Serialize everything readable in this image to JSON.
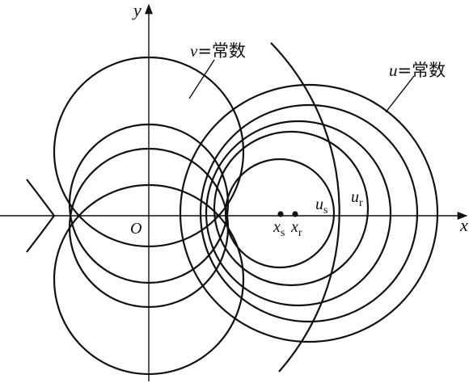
{
  "labels": {
    "y_axis": "y",
    "x_axis": "x",
    "origin": "O",
    "v_const": {
      "var": "v",
      "suffix": "=常数"
    },
    "u_const": {
      "var": "u",
      "suffix": "=常数"
    },
    "us": {
      "base": "u",
      "sub": "s"
    },
    "ur": {
      "base": "u",
      "sub": "r"
    },
    "xs": {
      "base": "x",
      "sub": "s"
    },
    "xr": {
      "base": "x",
      "sub": "r"
    }
  },
  "points": [
    "x_s",
    "x_r"
  ]
}
